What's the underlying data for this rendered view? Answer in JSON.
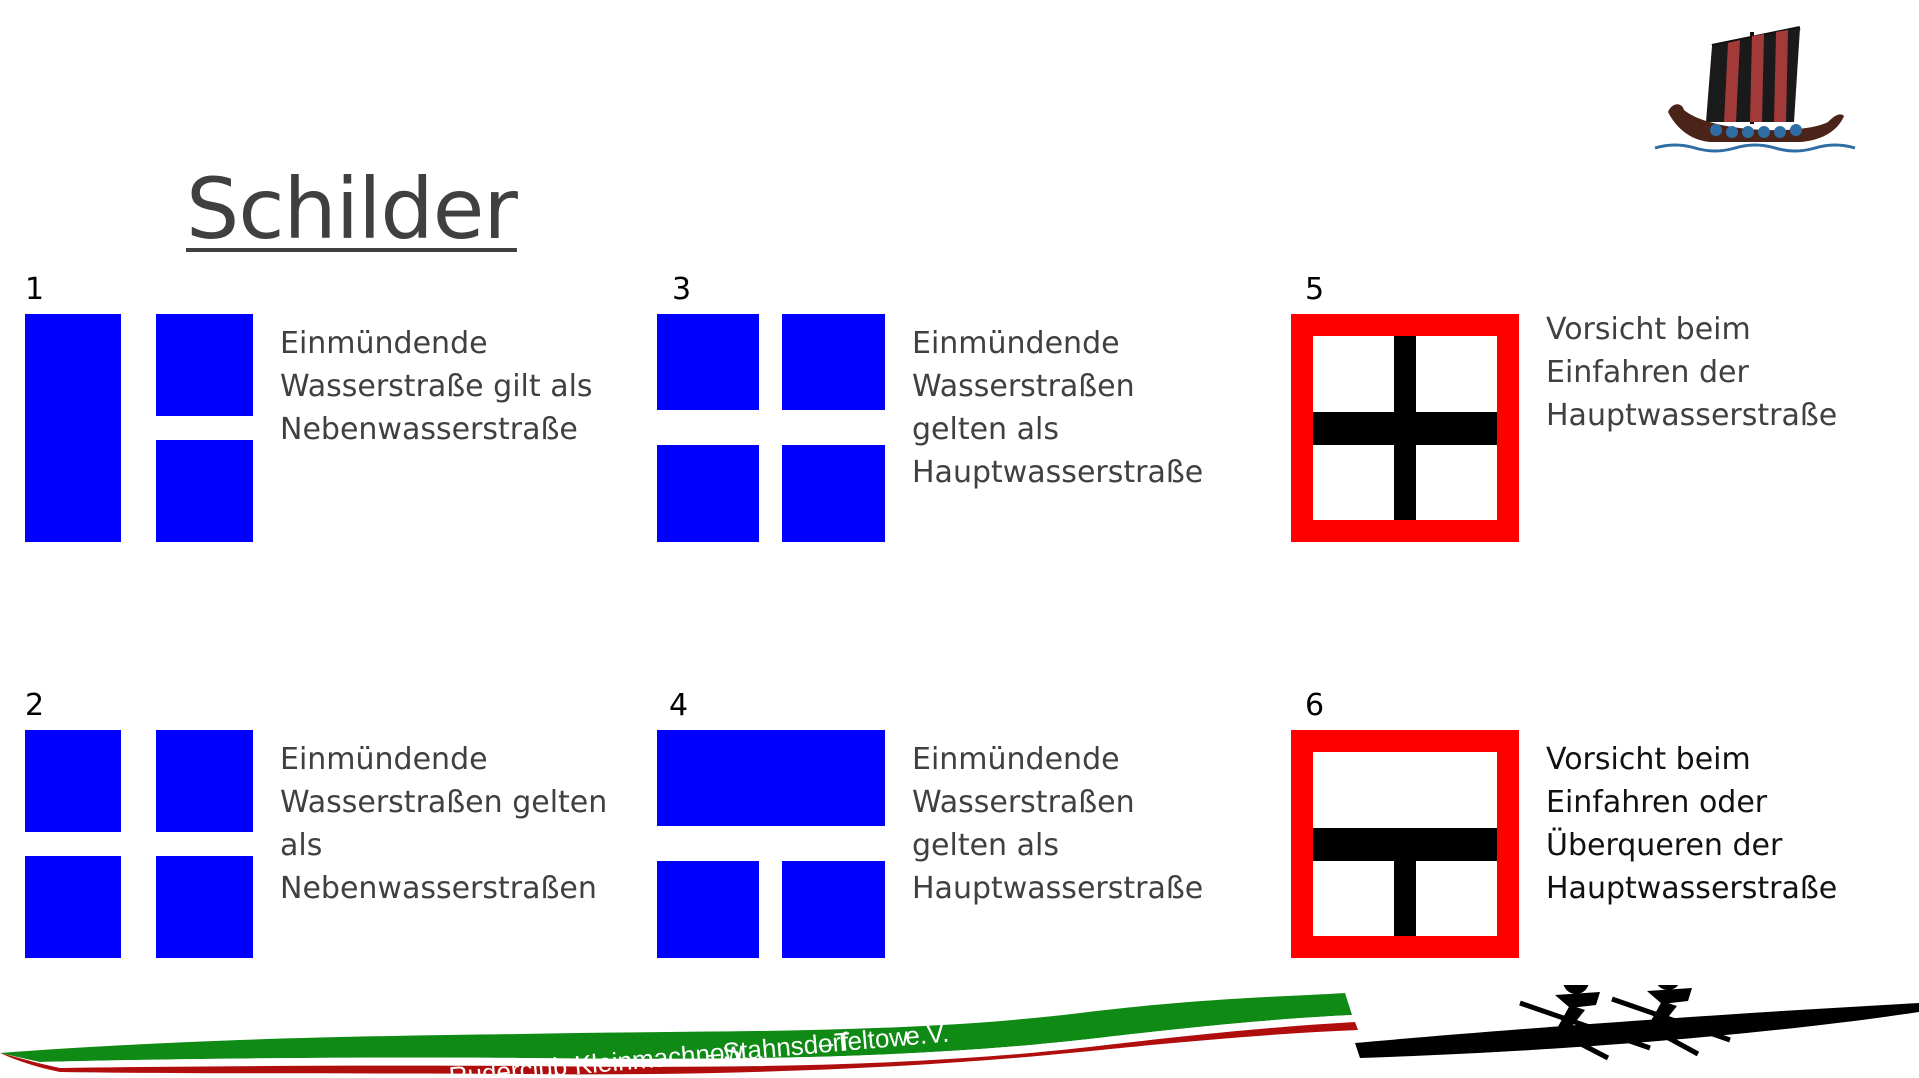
{
  "title": "Schilder",
  "colors": {
    "blue": "#0000ff",
    "red": "#ff0000",
    "black": "#000000",
    "text": "#404040"
  },
  "items": [
    {
      "number": "1",
      "sign": "blue-bar-and-two-squares",
      "lines": [
        "Einmündende",
        "Wasserstraße gilt als",
        "Nebenwasserstraße"
      ]
    },
    {
      "number": "2",
      "sign": "blue-four-squares",
      "lines": [
        "Einmündende",
        "Wasserstraßen gelten",
        "als",
        "Nebenwasserstraßen"
      ]
    },
    {
      "number": "3",
      "sign": "blue-four-squares-wide",
      "lines": [
        "Einmündende",
        "Wasserstraßen",
        "gelten als",
        "Hauptwasserstraße"
      ]
    },
    {
      "number": "4",
      "sign": "blue-bar-top-two-squares-bottom",
      "lines": [
        "Einmündende",
        "Wasserstraßen",
        "gelten als",
        "Hauptwasserstraße"
      ]
    },
    {
      "number": "5",
      "sign": "red-frame-black-cross",
      "lines": [
        "Vorsicht beim",
        "Einfahren der",
        "Hauptwasserstraße"
      ]
    },
    {
      "number": "6",
      "sign": "red-frame-black-t",
      "lines": [
        "Vorsicht beim",
        "Einfahren oder",
        "Überqueren der",
        "Hauptwasserstraße"
      ]
    }
  ],
  "banner": {
    "words": [
      "Ruderclub",
      "Kleinmachnow",
      "–",
      "Stahnsdorf",
      "–",
      "Teltow",
      "e.V."
    ]
  }
}
